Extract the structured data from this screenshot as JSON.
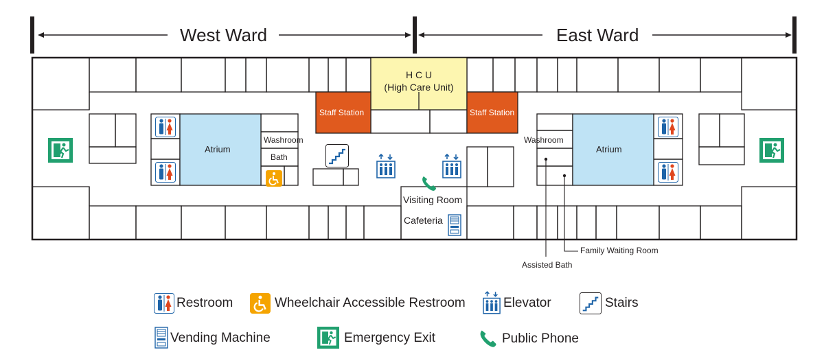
{
  "wards": {
    "west": "West Ward",
    "east": "East Ward"
  },
  "rooms": {
    "hcu_line1": "H C U",
    "hcu_line2": "(High Care Unit)",
    "staff_station": "Staff Station",
    "atrium": "Atrium",
    "washroom": "Washroom",
    "bath": "Bath",
    "visiting_room": "Visiting Room",
    "cafeteria": "Cafeteria"
  },
  "callouts": {
    "family_waiting_room": "Family Waiting Room",
    "assisted_bath": "Assisted Bath"
  },
  "legend": {
    "restroom": "Restroom",
    "wheelchair_restroom": "Wheelchair Accessible Restroom",
    "elevator": "Elevator",
    "stairs": "Stairs",
    "vending_machine": "Vending Machine",
    "emergency_exit": "Emergency Exit",
    "public_phone": "Public Phone"
  },
  "colors": {
    "wall": "#231f20",
    "atrium": "#bfe3f5",
    "hcu": "#fdf6b0",
    "staff_station": "#e05a1e",
    "accessible": "#f5a400",
    "exit": "#21a06f",
    "phone": "#21a06f",
    "facility_icon": "#1e64a8",
    "female": "#e0461e"
  },
  "icons": [
    "restroom-icon",
    "wheelchair-icon",
    "elevator-icon",
    "stairs-icon",
    "vending-machine-icon",
    "emergency-exit-icon",
    "phone-icon"
  ]
}
